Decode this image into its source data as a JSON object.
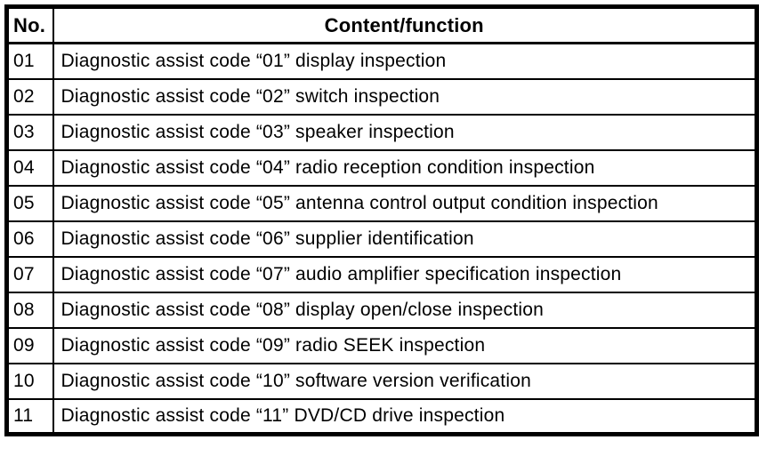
{
  "table": {
    "header": {
      "no": "No.",
      "content": "Content/function"
    },
    "rows": [
      {
        "no": "01",
        "content": "Diagnostic assist code “01” display inspection"
      },
      {
        "no": "02",
        "content": "Diagnostic assist code “02” switch inspection"
      },
      {
        "no": "03",
        "content": "Diagnostic assist code “03” speaker inspection"
      },
      {
        "no": "04",
        "content": "Diagnostic assist code “04” radio reception condition inspection"
      },
      {
        "no": "05",
        "content": "Diagnostic assist code “05” antenna control output condition inspection"
      },
      {
        "no": "06",
        "content": "Diagnostic assist code “06” supplier identification"
      },
      {
        "no": "07",
        "content": "Diagnostic assist code “07” audio amplifier specification inspection"
      },
      {
        "no": "08",
        "content": "Diagnostic assist code “08” display open/close inspection"
      },
      {
        "no": "09",
        "content": "Diagnostic assist code “09” radio SEEK inspection"
      },
      {
        "no": "10",
        "content": "Diagnostic assist code “10” software version verification"
      },
      {
        "no": "11",
        "content": "Diagnostic assist code “11” DVD/CD drive inspection"
      }
    ],
    "colors": {
      "text": "#000000",
      "border": "#000000",
      "background": "#ffffff"
    }
  }
}
